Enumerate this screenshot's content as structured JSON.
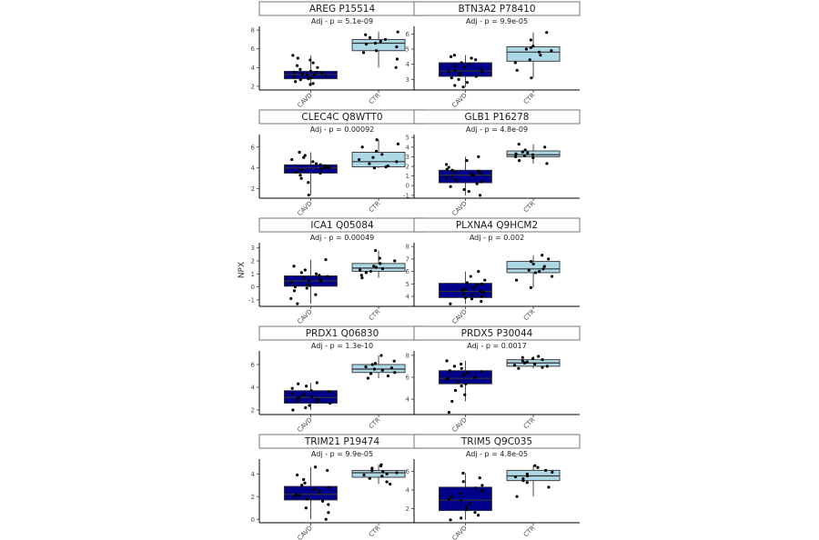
{
  "figure": {
    "ylabel": "NPX",
    "colors": {
      "CAVD": "#00008b",
      "CTR": "#add8e6",
      "strip_bg": "#ffffff",
      "axis": "#000000"
    }
  },
  "chart_data": [
    {
      "type": "box",
      "title": "AREG P15514",
      "subtitle": "Adj - p = 5.1e-09",
      "categories": [
        "CAVD",
        "CTR"
      ],
      "ylim": [
        1.6,
        8.4
      ],
      "yticks": [
        2,
        4,
        6,
        8
      ],
      "boxes": [
        {
          "group": "CAVD",
          "min": 2.0,
          "q1": 2.8,
          "median": 3.25,
          "q3": 3.6,
          "max": 5.3
        },
        {
          "group": "CTR",
          "min": 4.0,
          "q1": 5.8,
          "median": 6.6,
          "q3": 7.0,
          "max": 7.8
        }
      ],
      "points": {
        "CAVD": [
          2.2,
          2.3,
          2.5,
          2.7,
          2.8,
          2.9,
          3.0,
          3.1,
          3.2,
          3.2,
          3.3,
          3.4,
          3.5,
          3.5,
          3.6,
          3.8,
          4.0,
          4.2,
          4.5,
          4.8,
          5.0,
          5.3
        ],
        "CTR": [
          4.0,
          4.9,
          5.6,
          5.8,
          6.2,
          6.5,
          6.6,
          6.8,
          7.0,
          7.2,
          7.5,
          7.8
        ]
      }
    },
    {
      "type": "box",
      "title": "BTN3A2 P78410",
      "subtitle": "Adj - p = 9.9e-05",
      "categories": [
        "CAVD",
        "CTR"
      ],
      "ylim": [
        2.3,
        6.5
      ],
      "yticks": [
        3,
        4,
        5,
        6
      ],
      "boxes": [
        {
          "group": "CAVD",
          "min": 2.5,
          "q1": 3.2,
          "median": 3.55,
          "q3": 4.1,
          "max": 4.6
        },
        {
          "group": "CTR",
          "min": 3.1,
          "q1": 4.2,
          "median": 4.8,
          "q3": 5.15,
          "max": 6.1
        }
      ],
      "points": {
        "CAVD": [
          2.5,
          2.6,
          2.8,
          3.0,
          3.1,
          3.2,
          3.3,
          3.4,
          3.5,
          3.5,
          3.6,
          3.7,
          3.8,
          3.9,
          4.0,
          4.1,
          4.3,
          4.4,
          4.5,
          4.6
        ],
        "CTR": [
          3.1,
          3.6,
          4.1,
          4.3,
          4.6,
          4.8,
          4.9,
          5.0,
          5.1,
          5.2,
          5.6,
          6.1
        ]
      }
    },
    {
      "type": "box",
      "title": "CLEC4C Q8WTT0",
      "subtitle": "Adj - p = 0.00092",
      "categories": [
        "CAVD",
        "CTR"
      ],
      "ylim": [
        1.1,
        7.2
      ],
      "yticks": [
        2,
        4,
        6
      ],
      "boxes": [
        {
          "group": "CAVD",
          "min": 1.4,
          "q1": 3.5,
          "median": 4.0,
          "q3": 4.3,
          "max": 5.5
        },
        {
          "group": "CTR",
          "min": 4.0,
          "q1": 4.1,
          "median": 4.6,
          "q3": 5.5,
          "max": 6.7
        }
      ],
      "points": {
        "CAVD": [
          1.4,
          2.6,
          3.0,
          3.3,
          3.5,
          3.6,
          3.8,
          3.9,
          4.0,
          4.0,
          4.1,
          4.2,
          4.3,
          4.4,
          4.6,
          4.8,
          5.0,
          5.2,
          5.5
        ],
        "CTR": [
          4.0,
          4.1,
          4.2,
          4.4,
          4.6,
          4.8,
          5.0,
          5.3,
          5.6,
          6.0,
          6.3,
          6.7
        ]
      }
    },
    {
      "type": "box",
      "title": "GLB1 P16278",
      "subtitle": "Adj - p = 4.8e-09",
      "categories": [
        "CAVD",
        "CTR"
      ],
      "ylim": [
        -1.3,
        5.3
      ],
      "yticks": [
        -1,
        0,
        1,
        2,
        3,
        4,
        5
      ],
      "boxes": [
        {
          "group": "CAVD",
          "min": -1.0,
          "q1": 0.3,
          "median": 1.1,
          "q3": 1.6,
          "max": 3.0
        },
        {
          "group": "CTR",
          "min": 2.3,
          "q1": 3.0,
          "median": 3.2,
          "q3": 3.6,
          "max": 4.3
        }
      ],
      "points": {
        "CAVD": [
          -1.0,
          -0.6,
          -0.4,
          -0.1,
          0.2,
          0.4,
          0.6,
          0.8,
          0.9,
          1.0,
          1.1,
          1.2,
          1.3,
          1.4,
          1.5,
          1.6,
          1.7,
          1.9,
          2.2,
          2.6,
          3.0
        ],
        "CTR": [
          2.3,
          2.6,
          2.9,
          3.0,
          3.1,
          3.2,
          3.3,
          3.4,
          3.5,
          3.7,
          4.0,
          4.3
        ]
      }
    },
    {
      "type": "box",
      "title": "ICA1 Q05084",
      "subtitle": "Adj - p = 0.00049",
      "categories": [
        "CAVD",
        "CTR"
      ],
      "ylim": [
        -1.5,
        3.4
      ],
      "yticks": [
        -1,
        0,
        1,
        2,
        3
      ],
      "boxes": [
        {
          "group": "CAVD",
          "min": -1.3,
          "q1": 0.05,
          "median": 0.45,
          "q3": 0.85,
          "max": 2.1
        },
        {
          "group": "CTR",
          "min": 0.7,
          "q1": 1.2,
          "median": 1.45,
          "q3": 1.8,
          "max": 2.8
        }
      ],
      "points": {
        "CAVD": [
          -1.3,
          -0.9,
          -0.6,
          -0.3,
          -0.1,
          0.0,
          0.1,
          0.2,
          0.3,
          0.4,
          0.5,
          0.6,
          0.7,
          0.8,
          0.9,
          1.0,
          1.1,
          1.3,
          1.6,
          2.1
        ],
        "CTR": [
          0.7,
          0.9,
          1.1,
          1.2,
          1.3,
          1.4,
          1.5,
          1.6,
          1.8,
          2.0,
          2.2,
          2.8
        ]
      }
    },
    {
      "type": "box",
      "title": "PLXNA4 Q9HCM2",
      "subtitle": "Adj - p = 0.002",
      "categories": [
        "CAVD",
        "CTR"
      ],
      "ylim": [
        3.2,
        8.3
      ],
      "yticks": [
        4,
        5,
        6,
        7,
        8
      ],
      "boxes": [
        {
          "group": "CAVD",
          "min": 3.4,
          "q1": 3.9,
          "median": 4.4,
          "q3": 5.05,
          "max": 6.0
        },
        {
          "group": "CTR",
          "min": 4.7,
          "q1": 5.9,
          "median": 6.2,
          "q3": 6.8,
          "max": 7.3
        }
      ],
      "points": {
        "CAVD": [
          3.4,
          3.6,
          3.8,
          3.9,
          4.0,
          4.1,
          4.2,
          4.3,
          4.4,
          4.5,
          4.6,
          4.7,
          4.9,
          5.0,
          5.1,
          5.3,
          5.6,
          6.0
        ],
        "CTR": [
          4.7,
          5.3,
          5.6,
          5.9,
          6.0,
          6.1,
          6.2,
          6.4,
          6.6,
          6.8,
          7.0,
          7.3
        ]
      }
    },
    {
      "type": "box",
      "title": "PRDX1 Q06830",
      "subtitle": "Adj - p = 1.3e-10",
      "categories": [
        "CAVD",
        "CTR"
      ],
      "ylim": [
        1.6,
        7.2
      ],
      "yticks": [
        2,
        4,
        6
      ],
      "boxes": [
        {
          "group": "CAVD",
          "min": 2.0,
          "q1": 2.6,
          "median": 3.1,
          "q3": 3.7,
          "max": 4.4
        },
        {
          "group": "CTR",
          "min": 4.8,
          "q1": 5.3,
          "median": 5.6,
          "q3": 6.0,
          "max": 6.8
        }
      ],
      "points": {
        "CAVD": [
          2.0,
          2.2,
          2.4,
          2.6,
          2.7,
          2.8,
          2.9,
          3.0,
          3.1,
          3.2,
          3.3,
          3.4,
          3.6,
          3.7,
          3.9,
          4.1,
          4.3,
          4.4
        ],
        "CTR": [
          4.8,
          5.0,
          5.2,
          5.3,
          5.5,
          5.6,
          5.7,
          5.8,
          6.0,
          6.1,
          6.3,
          6.8
        ]
      }
    },
    {
      "type": "box",
      "title": "PRDX5 P30044",
      "subtitle": "Adj - p = 0.0017",
      "categories": [
        "CAVD",
        "CTR"
      ],
      "ylim": [
        2.6,
        8.4
      ],
      "yticks": [
        4,
        6,
        8
      ],
      "boxes": [
        {
          "group": "CAVD",
          "min": 3.8,
          "q1": 5.4,
          "median": 5.9,
          "q3": 6.6,
          "max": 7.5
        },
        {
          "group": "CTR",
          "min": 6.8,
          "q1": 7.0,
          "median": 7.3,
          "q3": 7.6,
          "max": 7.9
        }
      ],
      "points": {
        "CAVD": [
          2.8,
          3.8,
          4.4,
          4.8,
          5.2,
          5.4,
          5.6,
          5.8,
          5.9,
          6.0,
          6.2,
          6.4,
          6.5,
          6.6,
          6.8,
          7.0,
          7.2,
          7.5
        ],
        "CTR": [
          6.8,
          6.9,
          7.0,
          7.1,
          7.2,
          7.3,
          7.4,
          7.5,
          7.6,
          7.7,
          7.8,
          7.9
        ]
      }
    },
    {
      "type": "box",
      "title": "TRIM21 P19474",
      "subtitle": "Adj - p = 9.9e-05",
      "categories": [
        "CAVD",
        "CTR"
      ],
      "ylim": [
        -0.3,
        5.3
      ],
      "yticks": [
        0,
        2,
        4
      ],
      "boxes": [
        {
          "group": "CAVD",
          "min": 0.0,
          "q1": 1.7,
          "median": 2.2,
          "q3": 2.9,
          "max": 4.6
        },
        {
          "group": "CTR",
          "min": 3.1,
          "q1": 3.7,
          "median": 4.1,
          "q3": 4.3,
          "max": 4.8
        }
      ],
      "points": {
        "CAVD": [
          0.0,
          0.6,
          1.0,
          1.3,
          1.6,
          1.8,
          2.0,
          2.1,
          2.2,
          2.4,
          2.6,
          2.8,
          3.0,
          3.2,
          3.5,
          3.9,
          4.3,
          4.6
        ],
        "CTR": [
          3.1,
          3.3,
          3.6,
          3.8,
          3.9,
          4.0,
          4.1,
          4.2,
          4.3,
          4.5,
          4.7,
          4.8
        ]
      }
    },
    {
      "type": "box",
      "title": "TRIM5 Q9C035",
      "subtitle": "Adj - p = 4.8e-05",
      "categories": [
        "CAVD",
        "CTR"
      ],
      "ylim": [
        0.5,
        7.3
      ],
      "yticks": [
        2,
        4,
        6
      ],
      "boxes": [
        {
          "group": "CAVD",
          "min": 0.8,
          "q1": 1.8,
          "median": 2.9,
          "q3": 4.3,
          "max": 5.8
        },
        {
          "group": "CTR",
          "min": 3.3,
          "q1": 5.0,
          "median": 5.5,
          "q3": 6.1,
          "max": 6.6
        }
      ],
      "points": {
        "CAVD": [
          0.8,
          1.0,
          1.3,
          1.6,
          1.9,
          2.2,
          2.5,
          2.8,
          3.0,
          3.3,
          3.6,
          3.9,
          4.2,
          4.5,
          4.9,
          5.3,
          5.8
        ],
        "CTR": [
          3.3,
          4.3,
          4.8,
          5.0,
          5.2,
          5.4,
          5.5,
          5.7,
          5.9,
          6.1,
          6.4,
          6.6
        ]
      }
    }
  ]
}
